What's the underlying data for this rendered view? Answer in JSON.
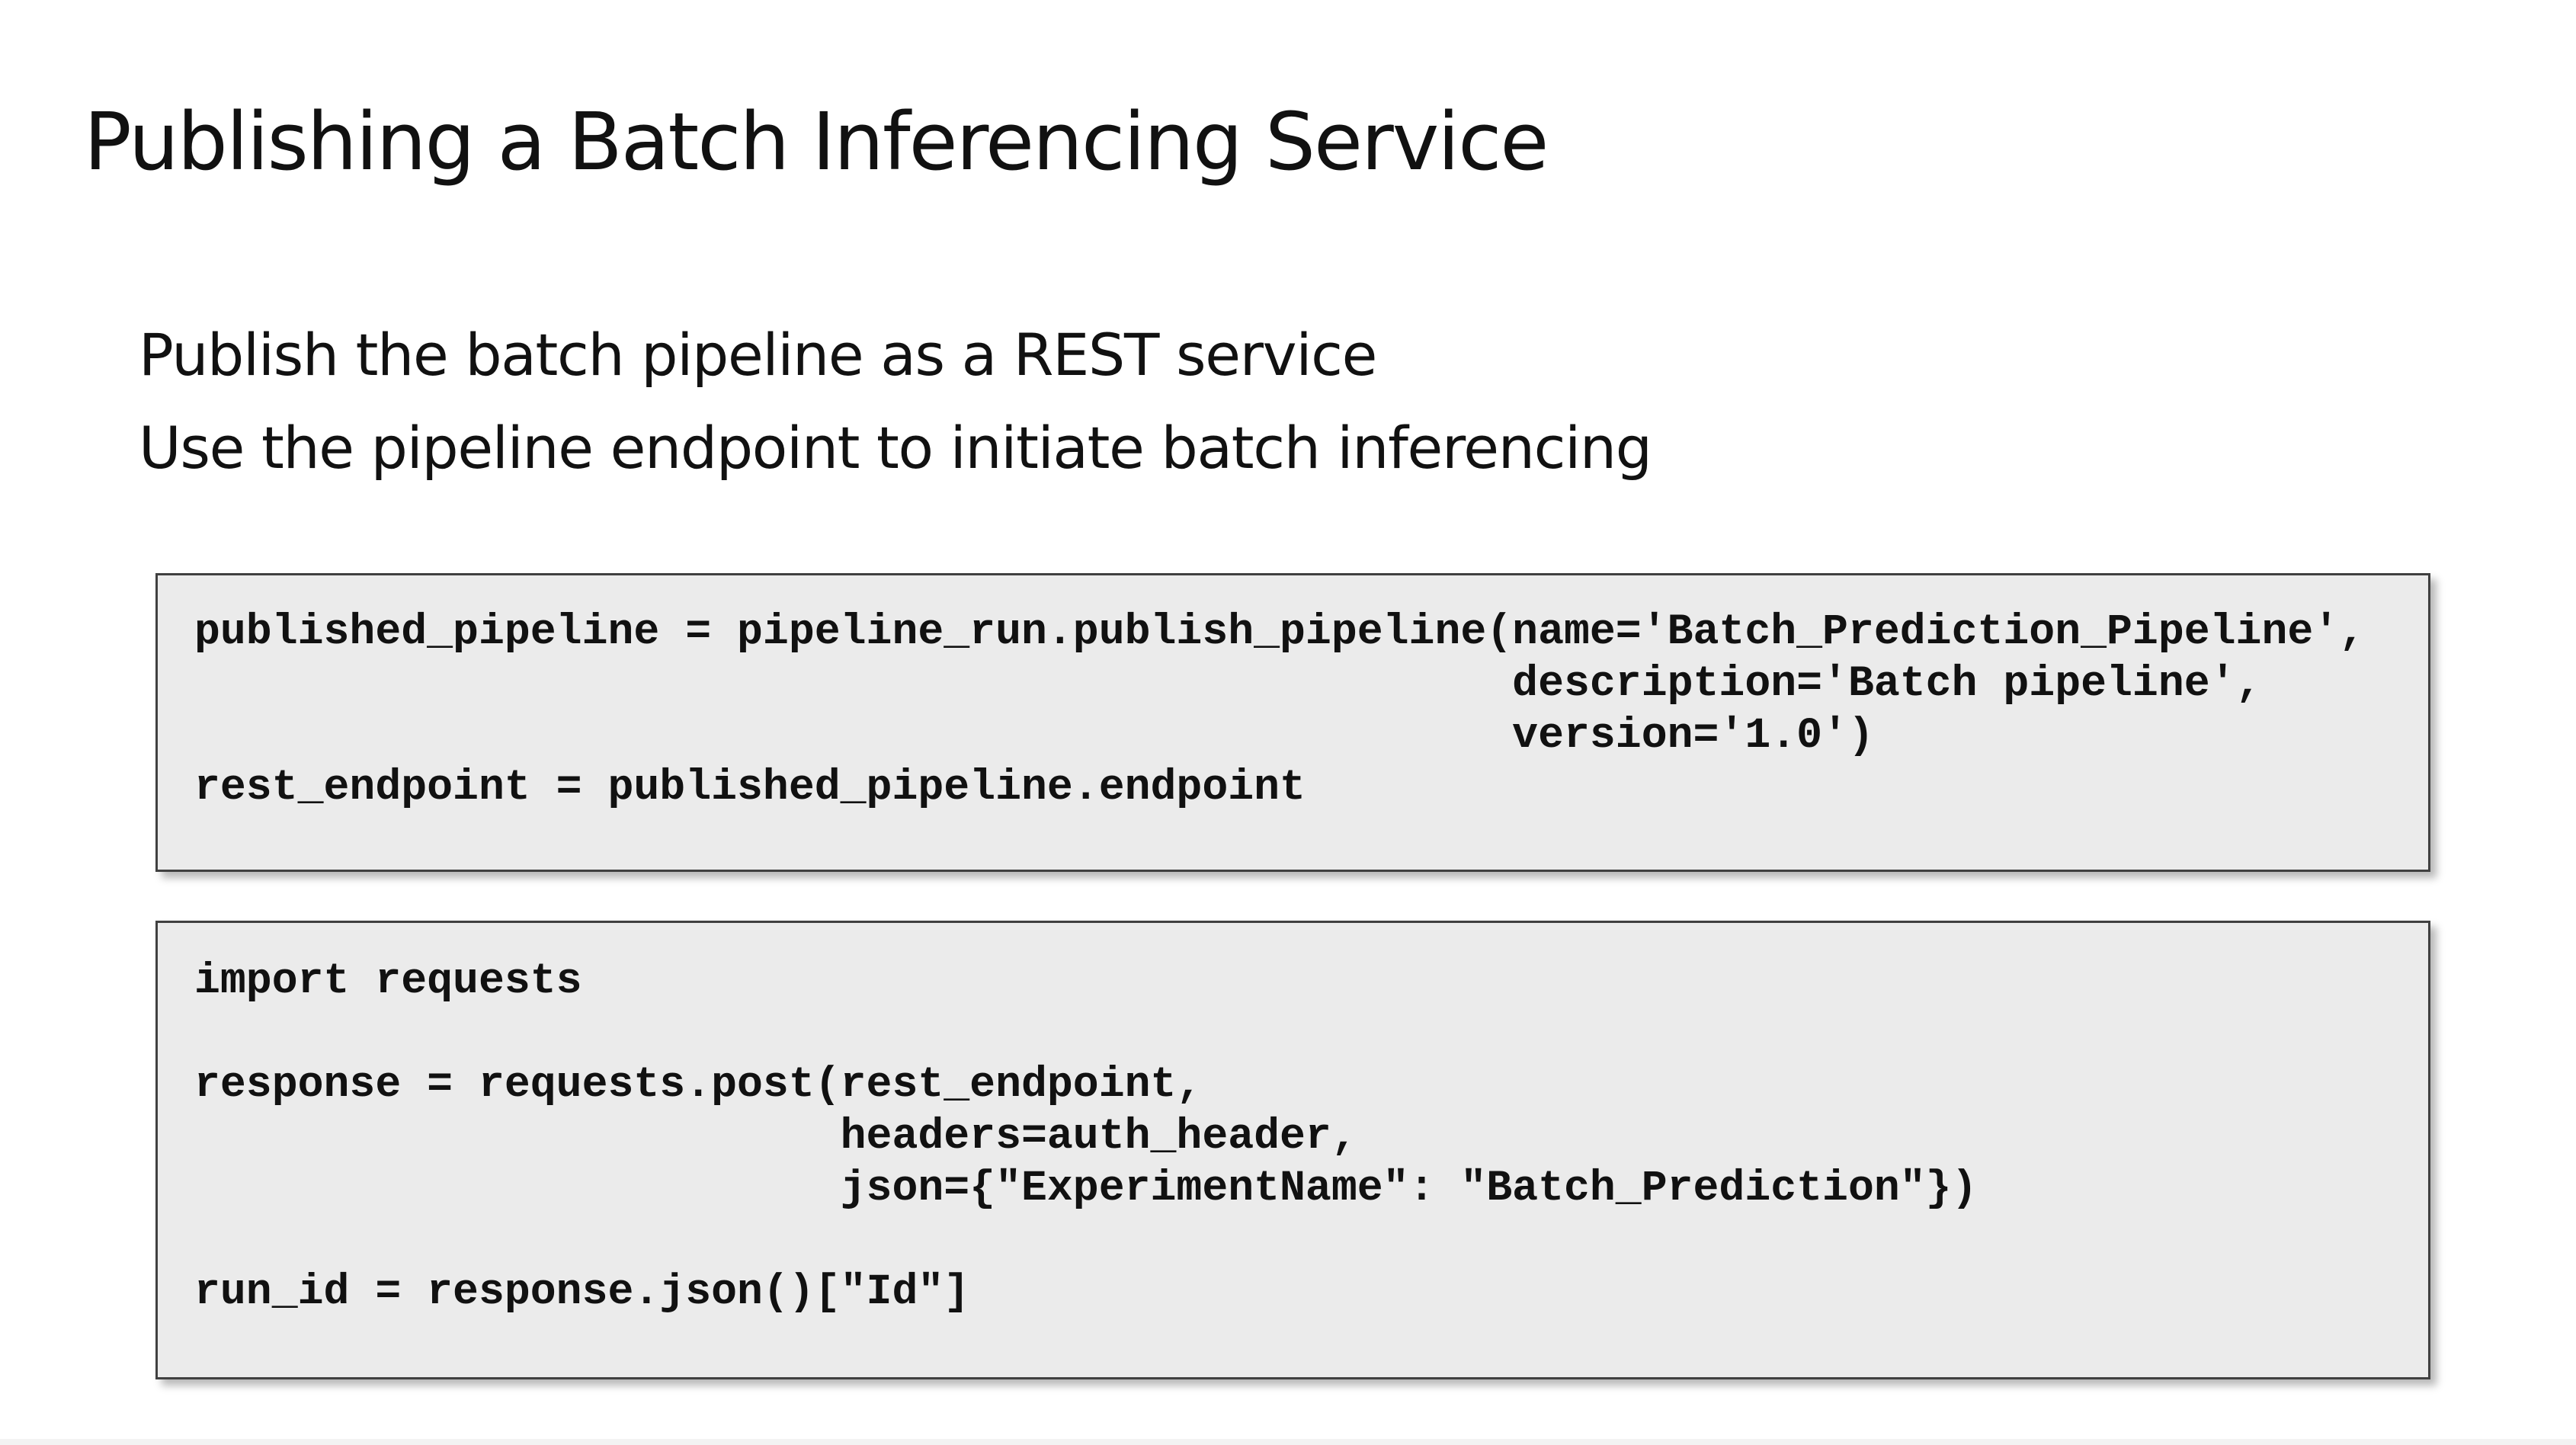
{
  "slide": {
    "title": "Publishing a Batch Inferencing Service",
    "bullets": [
      "Publish the batch pipeline as a REST service",
      "Use the pipeline endpoint to initiate batch inferencing"
    ],
    "code_blocks": [
      {
        "lines": [
          "published_pipeline = pipeline_run.publish_pipeline(name='Batch_Prediction_Pipeline',",
          "                                                   description='Batch pipeline',",
          "                                                   version='1.0')",
          "rest_endpoint = published_pipeline.endpoint"
        ]
      },
      {
        "lines": [
          "import requests",
          "",
          "response = requests.post(rest_endpoint,",
          "                         headers=auth_header,",
          "                         json={\"ExperimentName\": \"Batch_Prediction\"})",
          "",
          "run_id = response.json()[\"Id\"]"
        ]
      }
    ]
  }
}
